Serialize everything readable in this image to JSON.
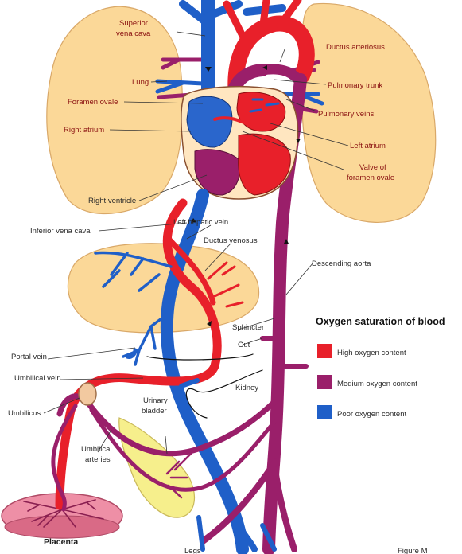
{
  "colors": {
    "high": "#e8202a",
    "medium": "#9a1f6a",
    "poor": "#1f5fc8",
    "lung": "#fbd898",
    "liver": "#fbd898",
    "bladder": "#f6ef8c",
    "placenta": "#ee8fa6"
  },
  "labels": {
    "superior_vena_cava_1": "Superior",
    "superior_vena_cava_2": "vena cava",
    "lung": "Lung",
    "foramen_ovale": "Foramen ovale",
    "right_atrium": "Right atrium",
    "right_ventricle": "Right ventricle",
    "inferior_vena_cava": "Inferior vena cava",
    "left_hepatic_vein": "Left hepatic vein",
    "ductus_venosus": "Ductus venosus",
    "portal_vein": "Portal vein",
    "umbilical_vein": "Umbilical vein",
    "umbilicus": "Umbilicus",
    "umbilical_arteries_1": "Umbilical",
    "umbilical_arteries_2": "arteries",
    "urinary_bladder_1": "Urinary",
    "urinary_bladder_2": "bladder",
    "placenta": "Placenta",
    "ductus_arteriosus": "Ductus arteriosus",
    "pulmonary_trunk": "Pulmonary trunk",
    "pulmonary_veins": "Pulmonary veins",
    "left_atrium": "Left atrium",
    "valve_foramen_ovale_1": "Valve of",
    "valve_foramen_ovale_2": "foramen ovale",
    "descending_aorta": "Descending aorta",
    "sphincter": "Sphincter",
    "gut": "Gut",
    "kidney": "Kidney",
    "legs": "Legs",
    "figure_tag": "Figure M"
  },
  "legend": {
    "title": "Oxygen saturation of blood",
    "items": [
      {
        "label": "High oxygen content",
        "color": "#e8202a"
      },
      {
        "label": "Medium oxygen content",
        "color": "#9a1f6a"
      },
      {
        "label": "Poor oxygen content",
        "color": "#1f5fc8"
      }
    ]
  }
}
